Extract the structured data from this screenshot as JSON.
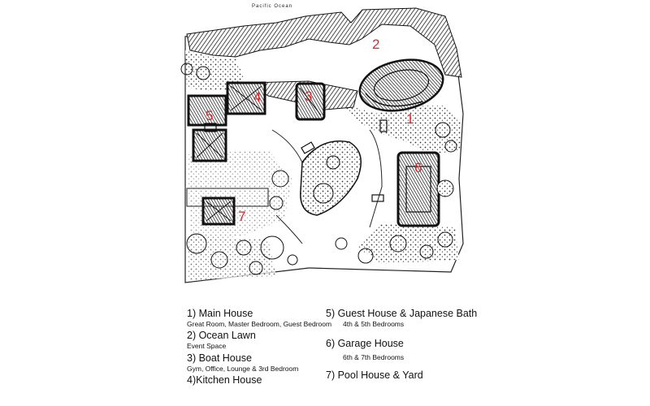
{
  "map": {
    "ocean_label": "Pacific   Ocean",
    "markers": [
      "1",
      "2",
      "3",
      "4",
      "5",
      "6",
      "7"
    ]
  },
  "legend": [
    {
      "title": "1) Main House",
      "sub": "Great Room, Master Bedroom, Guest Bedroom"
    },
    {
      "title": "2) Ocean Lawn",
      "sub": "Event Space"
    },
    {
      "title": "3) Boat House",
      "sub": "Gym, Office, Lounge & 3rd Bedroom"
    },
    {
      "title": "4)Kitchen House",
      "sub": ""
    },
    {
      "title": "5) Guest House & Japanese Bath",
      "sub": "4th & 5th Bedrooms"
    },
    {
      "title": "6) Garage House",
      "sub": "6th & 7th Bedrooms"
    },
    {
      "title": "7) Pool House & Yard",
      "sub": ""
    }
  ],
  "colors": {
    "marker": "#e0262a",
    "ink": "#111111"
  }
}
